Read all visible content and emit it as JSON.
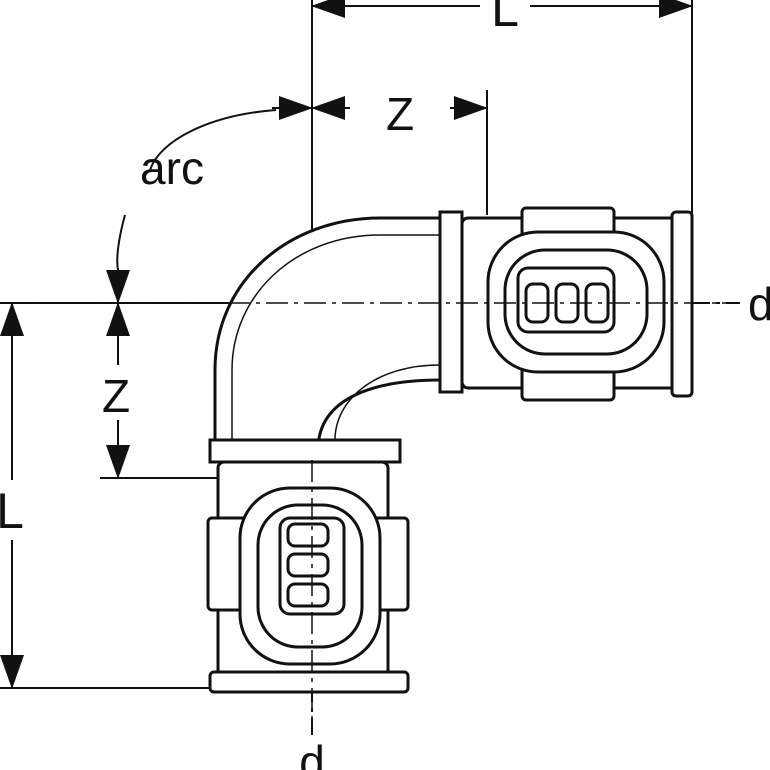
{
  "labels": {
    "top_length": "L",
    "top_offset": "Z",
    "arc": "arc",
    "left_offset": "Z",
    "left_length": "L",
    "right_diameter": "d",
    "bottom_diameter": "d"
  },
  "colors": {
    "line": "#111111",
    "background": "#ffffff"
  }
}
